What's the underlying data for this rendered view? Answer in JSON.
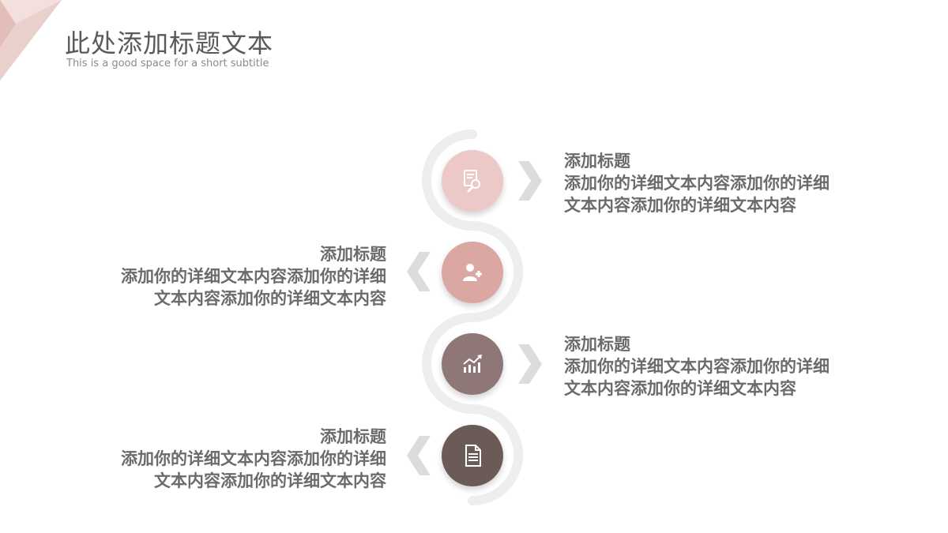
{
  "header": {
    "title": "此处添加标题文本",
    "subtitle": "This is a good space for a short subtitle"
  },
  "colors": {
    "node1": "#ecc9c7",
    "node2": "#dba7a3",
    "node3": "#8e7776",
    "node4": "#6a5b56",
    "track": "#eeeeee",
    "chevron": "#dcdcdc",
    "text": "#6b6b6b"
  },
  "items": [
    {
      "icon": "document-search-icon",
      "heading": "添加标题",
      "line1": "添加你的详细文本内容添加你的详细",
      "line2": "文本内容添加你的详细文本内容"
    },
    {
      "icon": "add-user-icon",
      "heading": "添加标题",
      "line1": "添加你的详细文本内容添加你的详细",
      "line2": "文本内容添加你的详细文本内容"
    },
    {
      "icon": "growth-chart-icon",
      "heading": "添加标题",
      "line1": "添加你的详细文本内容添加你的详细",
      "line2": "文本内容添加你的详细文本内容"
    },
    {
      "icon": "document-icon",
      "heading": "添加标题",
      "line1": "添加你的详细文本内容添加你的详细",
      "line2": "文本内容添加你的详细文本内容"
    }
  ]
}
